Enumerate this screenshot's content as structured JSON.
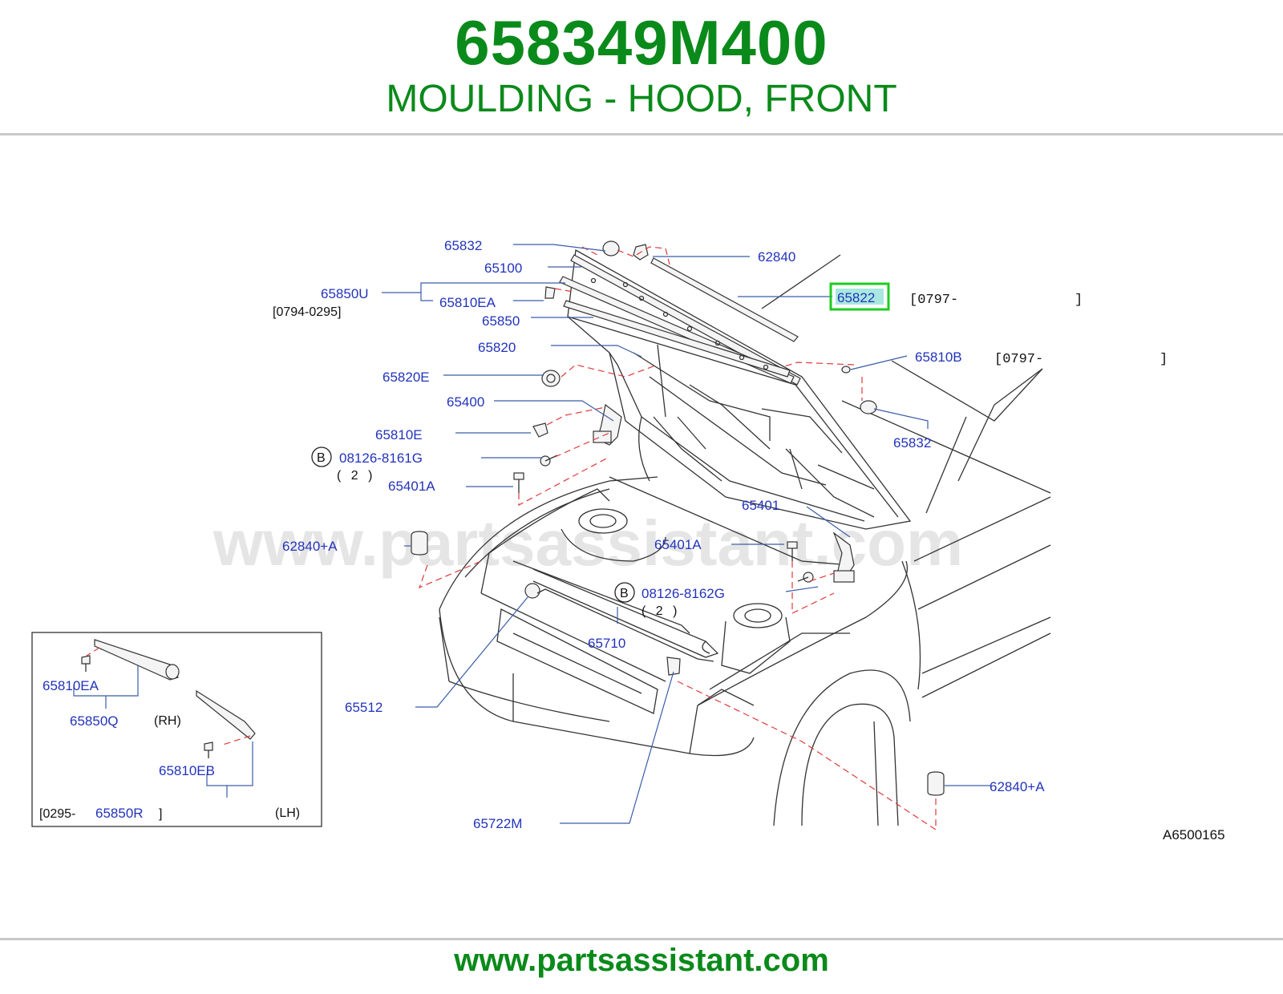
{
  "header": {
    "part_number": "658349M400",
    "part_name": "MOULDING - HOOD, FRONT"
  },
  "colors": {
    "brand_green": "#0a8a1a",
    "label_blue": "#2233bb",
    "highlight_green": "#1fcc1f",
    "highlight_fill": "#a9e8e0",
    "dash_red": "#e03a3a"
  },
  "watermark": "www.partsassistant.com",
  "footer": {
    "url": "www.partsassistant.com"
  },
  "diagram_code": "A6500165",
  "labels": {
    "p65832_top": "65832",
    "p65100": "65100",
    "p62840_top": "62840",
    "p65850U": "65850U",
    "p65850U_range": "[0794-0295]",
    "p65810EA": "65810EA",
    "p65850": "65850",
    "p65822": "65822",
    "p65822_range_a": "[0797-",
    "p65822_range_b": "]",
    "p65820": "65820",
    "p65810B": "65810B",
    "p65810B_range_a": "[0797-",
    "p65810B_range_b": "]",
    "p65820E": "65820E",
    "p65400": "65400",
    "p65832_right": "65832",
    "p65810E": "65810E",
    "p08126_8161G": "08126-8161G",
    "p08126_8161G_qty": "( 2 )",
    "p65401A_left": "65401A",
    "p65401": "65401",
    "p62840A_left": "62840+A",
    "p65401A_right": "65401A",
    "p08126_8162G": "08126-8162G",
    "p08126_8162G_qty": "( 2 )",
    "p65710": "65710",
    "p65512": "65512",
    "p62840A_right": "62840+A",
    "p65722M": "65722M",
    "b_marker": "B"
  },
  "inset": {
    "p65810EA": "65810EA",
    "p65850Q": "65850Q",
    "rh": "(RH)",
    "p65810EB": "65810EB",
    "range_start": "[0295-",
    "p65850R": "65850R",
    "range_end": "]",
    "lh": "(LH)"
  }
}
